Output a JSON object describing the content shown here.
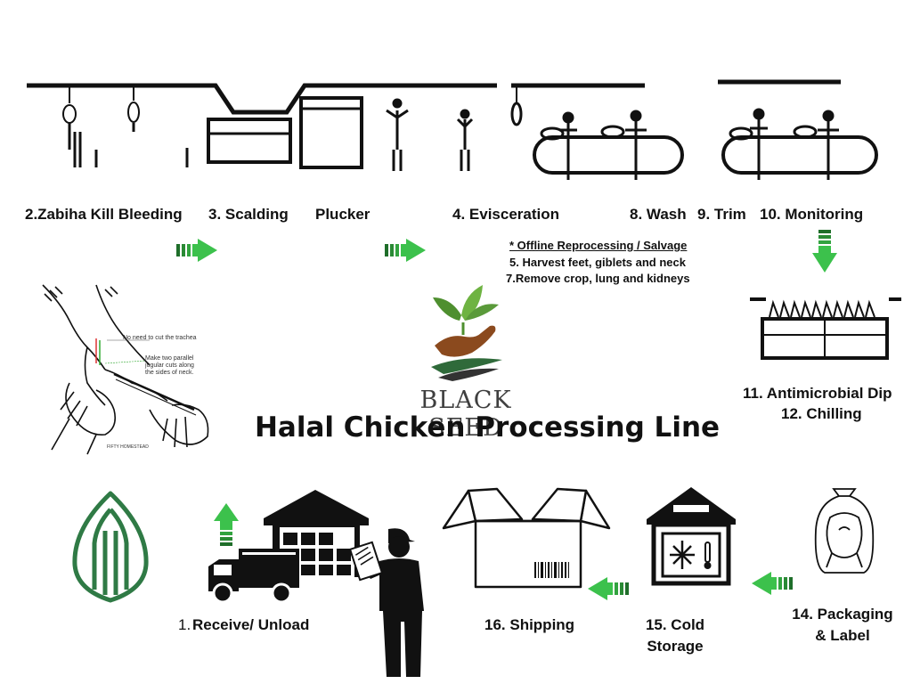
{
  "title": "Halal Chicken Processing Line",
  "brand": {
    "name": "BLACK SEED"
  },
  "steps": {
    "s1_num": "1.",
    "s1": "Receive/ Unload",
    "s2": "2.Zabiha Kill Bleeding",
    "s3": "3. Scalding",
    "plucker": "Plucker",
    "s4": "4. Evisceration",
    "s8": "8. Wash",
    "s9": "9. Trim",
    "s10": "10. Monitoring",
    "s11": "11. Antimicrobial Dip",
    "s12": "12. Chilling",
    "s14a": "14. Packaging",
    "s14b": "& Label",
    "s15a": "15. Cold",
    "s15b": "Storage",
    "s16": "16. Shipping"
  },
  "offline": {
    "heading": "* Offline Reprocessing / Salvage",
    "item5": "5. Harvest feet, giblets and neck",
    "item7": "7.Remove crop, lung and kidneys"
  },
  "illustration": {
    "note1": "No need to cut the trachea",
    "note2a": "Make two parallel",
    "note2b": "jugular cuts along",
    "note2c": "the sides of neck.",
    "credit": "FIFTY HOMESTEAD"
  },
  "colors": {
    "arrow": "#3cc14c",
    "brand_leaf": "#5a9a3a",
    "brand_hand": "#8b4a1e",
    "halal_logo": "#2f7a45",
    "line": "#111111"
  },
  "icons": [
    "chicken-shackle-icon",
    "scald-tank-icon",
    "conveyor-worker-icon",
    "dip-tank-icon",
    "slaughter-illustration",
    "halal-logo-icon",
    "truck-warehouse-icon",
    "delivery-man-icon",
    "shipping-box-icon",
    "cold-storage-icon",
    "packaged-chicken-icon",
    "arrow-right-icon",
    "arrow-left-icon",
    "arrow-up-icon",
    "arrow-down-icon"
  ]
}
